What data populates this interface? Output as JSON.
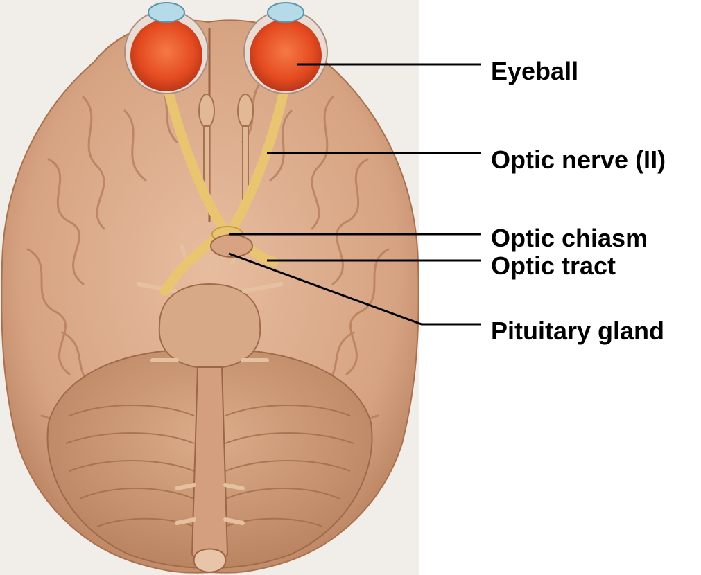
{
  "labels": {
    "eyeball": "Eyeball",
    "optic_nerve": "Optic nerve (II)",
    "optic_chiasm": "Optic chiasm",
    "optic_tract": "Optic tract",
    "pituitary_gland": "Pituitary gland"
  },
  "colors": {
    "panel": "#f1ede8",
    "brain": "#dcae8e",
    "brain_shadow": "#b9805c",
    "brain_fold": "#c28d6a",
    "nerve": "#e9c571",
    "eye": "#e8512b",
    "cornea": "#b6dbe8",
    "leader": "#000000"
  }
}
